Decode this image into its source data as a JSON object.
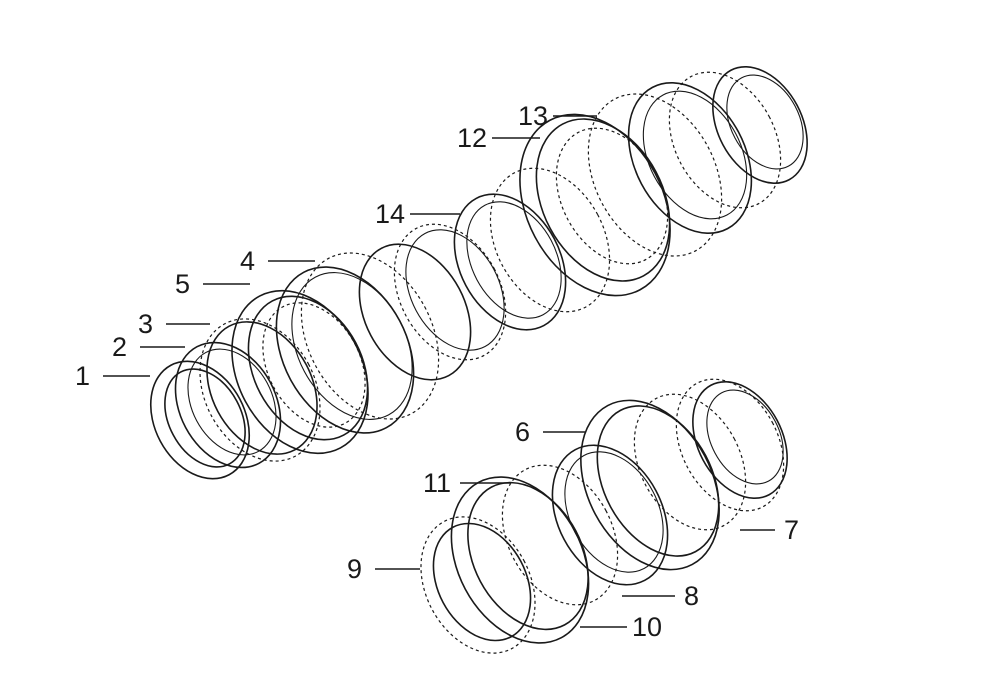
{
  "diagram": {
    "labels": [
      {
        "id": "1",
        "text": "1"
      },
      {
        "id": "2",
        "text": "2"
      },
      {
        "id": "3",
        "text": "3"
      },
      {
        "id": "4",
        "text": "4"
      },
      {
        "id": "5",
        "text": "5"
      },
      {
        "id": "6",
        "text": "6"
      },
      {
        "id": "7",
        "text": "7"
      },
      {
        "id": "8",
        "text": "8"
      },
      {
        "id": "9",
        "text": "9"
      },
      {
        "id": "10",
        "text": "10"
      },
      {
        "id": "11",
        "text": "11"
      },
      {
        "id": "12",
        "text": "12"
      },
      {
        "id": "13",
        "text": "13"
      },
      {
        "id": "14",
        "text": "14"
      }
    ]
  }
}
